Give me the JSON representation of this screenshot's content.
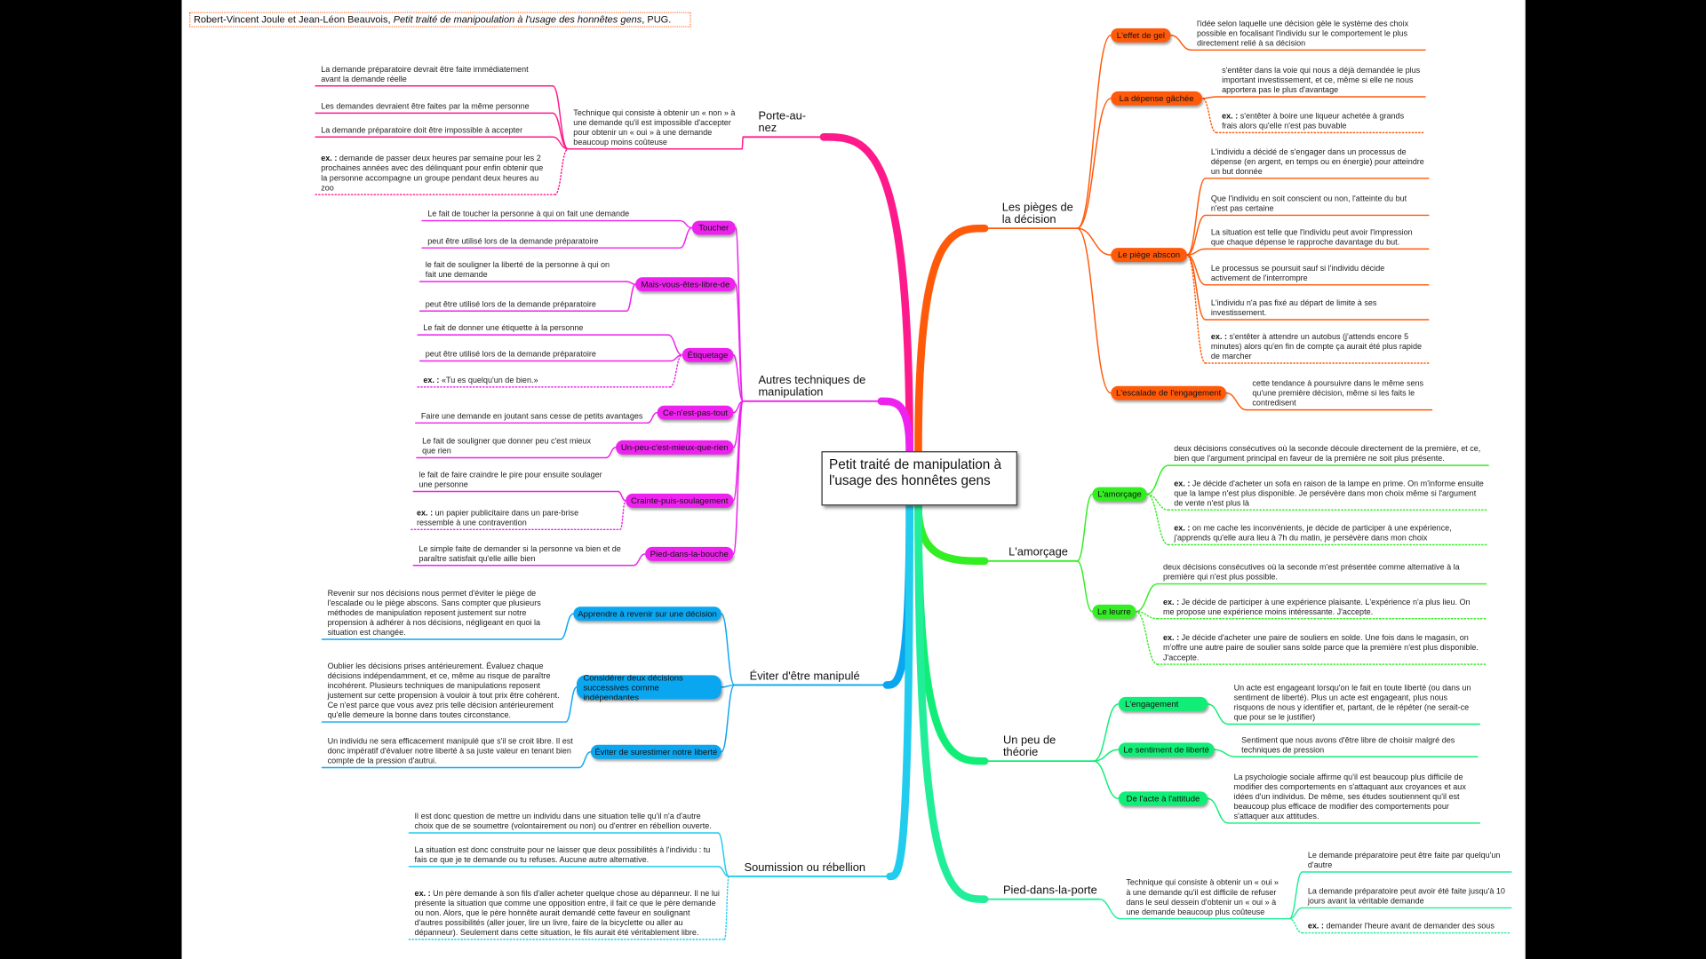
{
  "citation": {
    "authors": "Robert-Vincent Joule et Jean-Léon Beauvois, ",
    "title": "Petit traité de manipoulation à l'usage des honnêtes gens",
    "publisher": ", PUG."
  },
  "center": "Petit traité de manipulation à l'usage des honnêtes gens",
  "ex_label": "ex. :",
  "porte_au_nez": {
    "title": "Porte-au-nez",
    "definition": "Technique qui consiste à obtenir un « non » à une demande qu'il est impossible d'accepter pour obtenir un « oui » à une demande beaucoup moins coûteuse",
    "leaves": [
      "La demande préparatoire devrait être faite immédiatement avant la demande réelle",
      "Les demandes devraient être faites par la même personne",
      "La demande préparatoire doit être impossible à accepter"
    ],
    "example": "demande de passer deux heures par semaine pour les 2 prochaines années avec des délinquant pour enfin obtenir que la personne accompagne un groupe pendant deux heures au zoo"
  },
  "autres": {
    "title": "Autres techniques de manipulation",
    "techniques": [
      {
        "label": "Toucher",
        "leaves": [
          "Le fait de toucher la personne à qui on fait une demande",
          "peut être utilisé lors de la demande préparatoire"
        ]
      },
      {
        "label": "Mais-vous-êtes-libre-de",
        "leaves": [
          "le fait de souligner la liberté de la personne à qui on fait une demande",
          "peut être utilisé lors de la demande préparatoire"
        ]
      },
      {
        "label": "Étiquetage",
        "leaves": [
          "Le fait de donner une étiquette à la personne",
          "peut être utilisé lors de la demande préparatoire"
        ],
        "example": "«Tu es quelqu'un de bien.»"
      },
      {
        "label": "Ce-n'est-pas-tout",
        "leaves": [
          "Faire une demande en joutant sans cesse de petits avantages"
        ]
      },
      {
        "label": "Un-peu-c'est-mieux-que-rien",
        "leaves": [
          "Le fait de souligner que donner peu c'est mieux que rien"
        ]
      },
      {
        "label": "Crainte-puis-soulagement",
        "leaves": [
          "le fait de faire craindre le pire pour ensuite soulager une personne"
        ],
        "example": "un papier publicitaire dans un pare-brise ressemble à une contravention"
      },
      {
        "label": "Pied-dans-la-bouche",
        "leaves": [
          "Le simple faite de demander si la personne va bien et de paraître satisfait qu'elle aille bien"
        ]
      }
    ]
  },
  "pieges": {
    "title": "Les pièges de la décision",
    "items": [
      {
        "label": "L'effet de gel",
        "leaves": [
          "l'idée selon laquelle une décision gèle le système des choix possible en focalisant l'individu sur le comportement le plus directement relié à sa décision"
        ]
      },
      {
        "label": "La dépense gâchée",
        "leaves": [
          "s'entêter dans la voie qui nous a déjà demandée le plus important investissement, et ce, même si elle ne nous apportera pas le plus d'avantage"
        ],
        "example": "s'entêter à boire une liqueur achetée à grands frais alors qu'elle n'est pas buvable"
      },
      {
        "label": "Le piège abscon",
        "leaves": [
          "L'individu a décidé de s'engager dans un processus de dépense (en argent, en temps ou en énergie) pour atteindre un but donnée",
          "Que l'individu en soit conscient ou non, l'atteinte du but n'est pas certaine",
          "La situation est telle que l'individu peut avoir l'impression que chaque dépense le rapproche davantage du but.",
          "Le processus se poursuit sauf si l'individu décide activement de l'interrompre",
          "L'individu n'a pas fixé au départ de limite à ses investissement."
        ],
        "example": "s'entêter à attendre un autobus (j'attends encore 5 minutes) alors qu'en fin de compte ça aurait été plus rapide de marcher"
      },
      {
        "label": "L'escalade de l'engagement",
        "leaves": [
          "cette tendance à poursuivre dans  le même sens qu'une première décision, même si les faits le contredisent"
        ]
      }
    ]
  },
  "amorcage": {
    "title": "L'amorçage",
    "items": [
      {
        "label": "L'amorçage",
        "leaves": [
          "deux décisions consécutives où la seconde découle directement de la première, et ce, bien que l'argument principal en faveur de la première ne soit plus présente."
        ],
        "examples": [
          "Je décide d'acheter un sofa en raison de la lampe en prime. On m'informe ensuite que la lampe n'est plus disponible. Je persévère dans mon choix même si l'argument de vente n'est plus là",
          "on me cache les inconvénients, je décide de participer à une expérience, j'apprends qu'elle aura lieu à 7h du matin, je persévère dans mon choix"
        ]
      },
      {
        "label": "Le leurre",
        "leaves": [
          "deux décisions consécutives où la seconde m'est présentée comme alternative à la première qui n'est plus possible."
        ],
        "examples": [
          "Je décide de participer à une expérience plaisante. L'expérience n'a plus lieu. On me propose une expérience moins intéressante. J'accepte.",
          "Je décide d'acheter une paire de  souliers en solde. Une fois dans le magasin, on m'offre une autre paire de soulier sans solde parce que la première n'est plus disponible. J'accepte."
        ]
      }
    ]
  },
  "theorie": {
    "title": "Un peu de théorie",
    "items": [
      {
        "label": "L'engagement",
        "text": "Un acte est engageant lorsqu'on le fait en toute liberté (ou dans un sentiment de liberté). Plus un acte est engageant, plus nous risquons de nous y identifier et, partant, de le répéter (ne serait-ce que pour se le justifier)"
      },
      {
        "label": "Le sentiment de liberté",
        "text": "Sentiment que nous avons d'être libre de choisir malgré des techniques de pression"
      },
      {
        "label": "De l'acte à l'attitude",
        "text": "La psychologie sociale affirme qu'il est beaucoup plus difficile de modifier des comportements en s'attaquant aux croyances et aux idées d'un individus. De même, ses études soutiennent qu'il est beaucoup plus efficace de modifier des comportements pour s'attaquer aux attitudes."
      }
    ]
  },
  "pied_porte": {
    "title": "Pied-dans-la-porte",
    "definition": "Technique qui consiste à obtenir un « oui » à une demande qu'il est difficile de refuser dans le seul dessein d'obtenir un « oui » à une demande beaucoup plus coûteuse",
    "leaves": [
      "Le demande préparatoire peut être faite par quelqu'un d'autre",
      "La demande préparatoire peut avoir été faite jusqu'à 10 jours avant la véritable demande"
    ],
    "example": "demander l'heure avant de demander des sous"
  },
  "eviter": {
    "title": "Éviter d'être manipulé",
    "items": [
      {
        "label": "Apprendre à revenir sur une décision",
        "text": "Revenir sur nos décisions nous permet d'éviter le piège de l'escalade ou le piège abscons. Sans compter que plusieurs méthodes de manipulation reposent justement sur notre propension à adhérer à nos décisions, négligeant en quoi la situation est changée."
      },
      {
        "label": "Considérer deux décisions successives comme indépendantes",
        "text": "Oublier les décisions prises antérieurement. Évaluez chaque décisions indépendamment, et ce, même au risque de paraître incohérent. Plusieurs techniques de manipulations reposent justement sur cette propension à vouloir à tout prix être cohérent. Ce n'est parce que vous avez pris telle décision antérieurement qu'elle demeure la bonne dans toutes circonstance."
      },
      {
        "label": "Éviter de surestimer notre liberté",
        "text": "Un individu ne sera efficacement manipulé que s'il se croit libre. Il est donc impératif d'évaluer notre liberté à sa juste valeur en tenant bien compte de la pression d'autrui."
      }
    ]
  },
  "soumission": {
    "title": "Soumission ou rébellion",
    "leaves": [
      "Il est donc question de mettre un individu dans une situation telle qu'il n'a d'autre choix que de se soumettre (volontairement ou non) ou d'entrer en rébellion ouverte.",
      "La situation est donc construite pour ne laisser que deux possibilités à l'individu : tu fais ce que je te demande ou tu refuses. Aucune autre alternative."
    ],
    "example": "Un père demande à son fils d'aller acheter quelque chose au dépanneur. Il ne lui présente la situation que comme une opposition entre, il fait ce que le père demande ou non. Alors, que le père honnête aurait demandé cette faveur en soulignant d'autres possibilités (aller jouer, lire un livre, faire de la bicyclette ou aller au dépanneur). Seulement dans cette situation, le fils aurait été véritablement libre."
  }
}
